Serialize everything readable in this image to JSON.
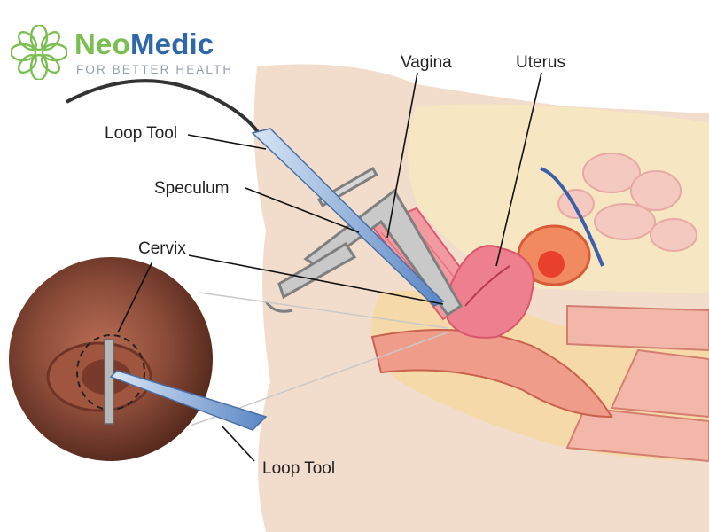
{
  "brand": {
    "name_part1": "Neo",
    "name_part2": "Medic",
    "tagline": "FOR BETTER HEALTH",
    "colors": {
      "green": "#7bbf52",
      "blue": "#2f68a8",
      "gray": "#8fa0b4"
    }
  },
  "labels": {
    "vagina": "Vagina",
    "uterus": "Uterus",
    "loop_tool_top": "Loop Tool",
    "speculum": "Speculum",
    "cervix": "Cervix",
    "loop_tool_bottom": "Loop Tool"
  },
  "colors": {
    "skin": "#f2dccb",
    "tissue": "#f6cfb8",
    "pink": "#ef8a95",
    "cervix_brown": "#8a4a38",
    "instrument": "#9a9a9a"
  }
}
